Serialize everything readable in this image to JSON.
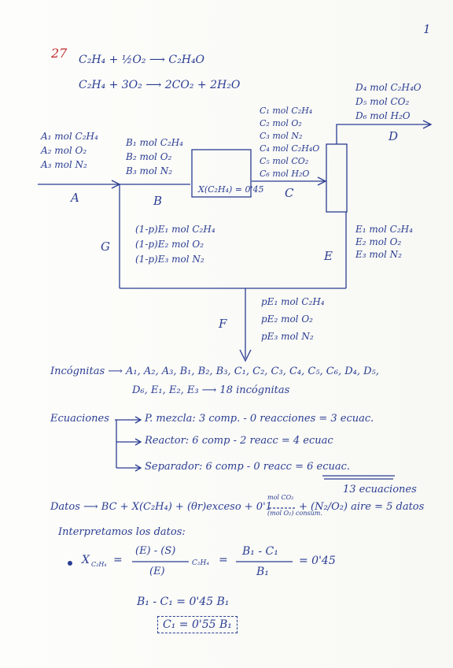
{
  "page_number": "1",
  "problem_number": "27",
  "reactions": {
    "r1": "C₂H₄ + ½O₂ ⟶ C₂H₄O",
    "r2": "C₂H₄ + 3O₂ ⟶ 2CO₂ + 2H₂O"
  },
  "stream_A": {
    "label": "A",
    "lines": [
      "A₁ mol C₂H₄",
      "A₂ mol O₂",
      "A₃ mol N₂"
    ]
  },
  "stream_B": {
    "label": "B",
    "lines": [
      "B₁ mol C₂H₄",
      "B₂ mol O₂",
      "B₃ mol N₂"
    ]
  },
  "reactor_label": "X(C₂H₄) = 0'45",
  "stream_C": {
    "label": "C",
    "lines": [
      "C₁ mol C₂H₄",
      "C₂ mol O₂",
      "C₃ mol N₂",
      "C₄ mol C₂H₄O",
      "C₅ mol CO₂",
      "C₆ mol H₂O"
    ]
  },
  "stream_D": {
    "label": "D",
    "lines": [
      "D₄ mol C₂H₄O",
      "D₅ mol CO₂",
      "D₆ mol H₂O"
    ]
  },
  "stream_E": {
    "label": "E",
    "lines": [
      "E₁ mol C₂H₄",
      "E₂ mol O₂",
      "E₃ mol N₂"
    ]
  },
  "stream_G": {
    "label": "G",
    "lines": [
      "(1-p)E₁ mol C₂H₄",
      "(1-p)E₂ mol O₂",
      "(1-p)E₃ mol N₂"
    ]
  },
  "stream_F": {
    "label": "F",
    "lines": [
      "pE₁ mol C₂H₄",
      "pE₂ mol O₂",
      "pE₃ mol N₂"
    ]
  },
  "unknowns": {
    "line1": "Incógnitas ⟶ A₁, A₂, A₃, B₁, B₂, B₃, C₁, C₂, C₃, C₄, C₅, C₆, D₄, D₅,",
    "line2": "D₆, E₁, E₂, E₃ ⟶ 18 incógnitas"
  },
  "equations": {
    "label": "Ecuaciones",
    "mix": "P. mezcla: 3 comp. - 0 reacciones = 3 ecuac.",
    "reactor": "Reactor: 6 comp - 2 reacc = 4 ecuac",
    "separator": "Separador: 6 comp - 0 reacc = 6 ecuac.",
    "total": "13 ecuaciones"
  },
  "data_line": {
    "text": "Datos ⟶ BC + X(C₂H₄) + (θr)exceso + 0'1",
    "frac_top": "mol CO₂",
    "frac_bottom": "(mol O₂) consum.",
    "tail": "+ (N₂/O₂) aire = 5 datos"
  },
  "interpret": "Interpretamos los datos:",
  "conversion": {
    "lhs": "X",
    "lhs_sub": "C₂H₄",
    "frac1_top": "(E) - (S)",
    "frac1_bottom": "(E)",
    "species": "C₂H₄",
    "frac2_top": "B₁ - C₁",
    "frac2_bottom": "B₁",
    "result": "= 0'45"
  },
  "step1": "B₁ - C₁ = 0'45 B₁",
  "result_boxed": "C₁ = 0'55 B₁"
}
